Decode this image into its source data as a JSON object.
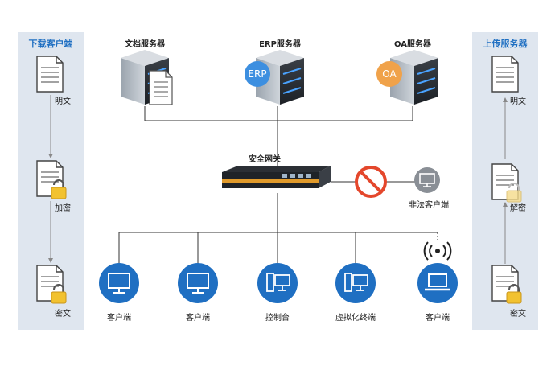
{
  "left_panel": {
    "title": "下载客户端",
    "labels": [
      "明文",
      "加密",
      "密文"
    ]
  },
  "right_panel": {
    "title": "上传服务器",
    "labels": [
      "明文",
      "解密",
      "密文"
    ]
  },
  "servers": [
    {
      "label": "文档服务器",
      "badge": ""
    },
    {
      "label": "ERP服务器",
      "badge": "ERP"
    },
    {
      "label": "OA服务器",
      "badge": "OA"
    }
  ],
  "gateway": {
    "label": "安全网关"
  },
  "illegal_client": {
    "label": "非法客户端"
  },
  "clients": [
    {
      "label": "客户端",
      "icon": "monitor-icon"
    },
    {
      "label": "客户端",
      "icon": "monitor-icon"
    },
    {
      "label": "控制台",
      "icon": "desktop-pc-icon"
    },
    {
      "label": "虚拟化终端",
      "icon": "desktop-pc-icon"
    },
    {
      "label": "客户端",
      "icon": "laptop-icon"
    }
  ],
  "colors": {
    "accent_blue": "#1f6fc2",
    "badge_blue": "#3d8fe0",
    "badge_orange": "#f0a24a",
    "prohibited_red": "#e4472c",
    "panel_bg": "#dfe6ef"
  }
}
